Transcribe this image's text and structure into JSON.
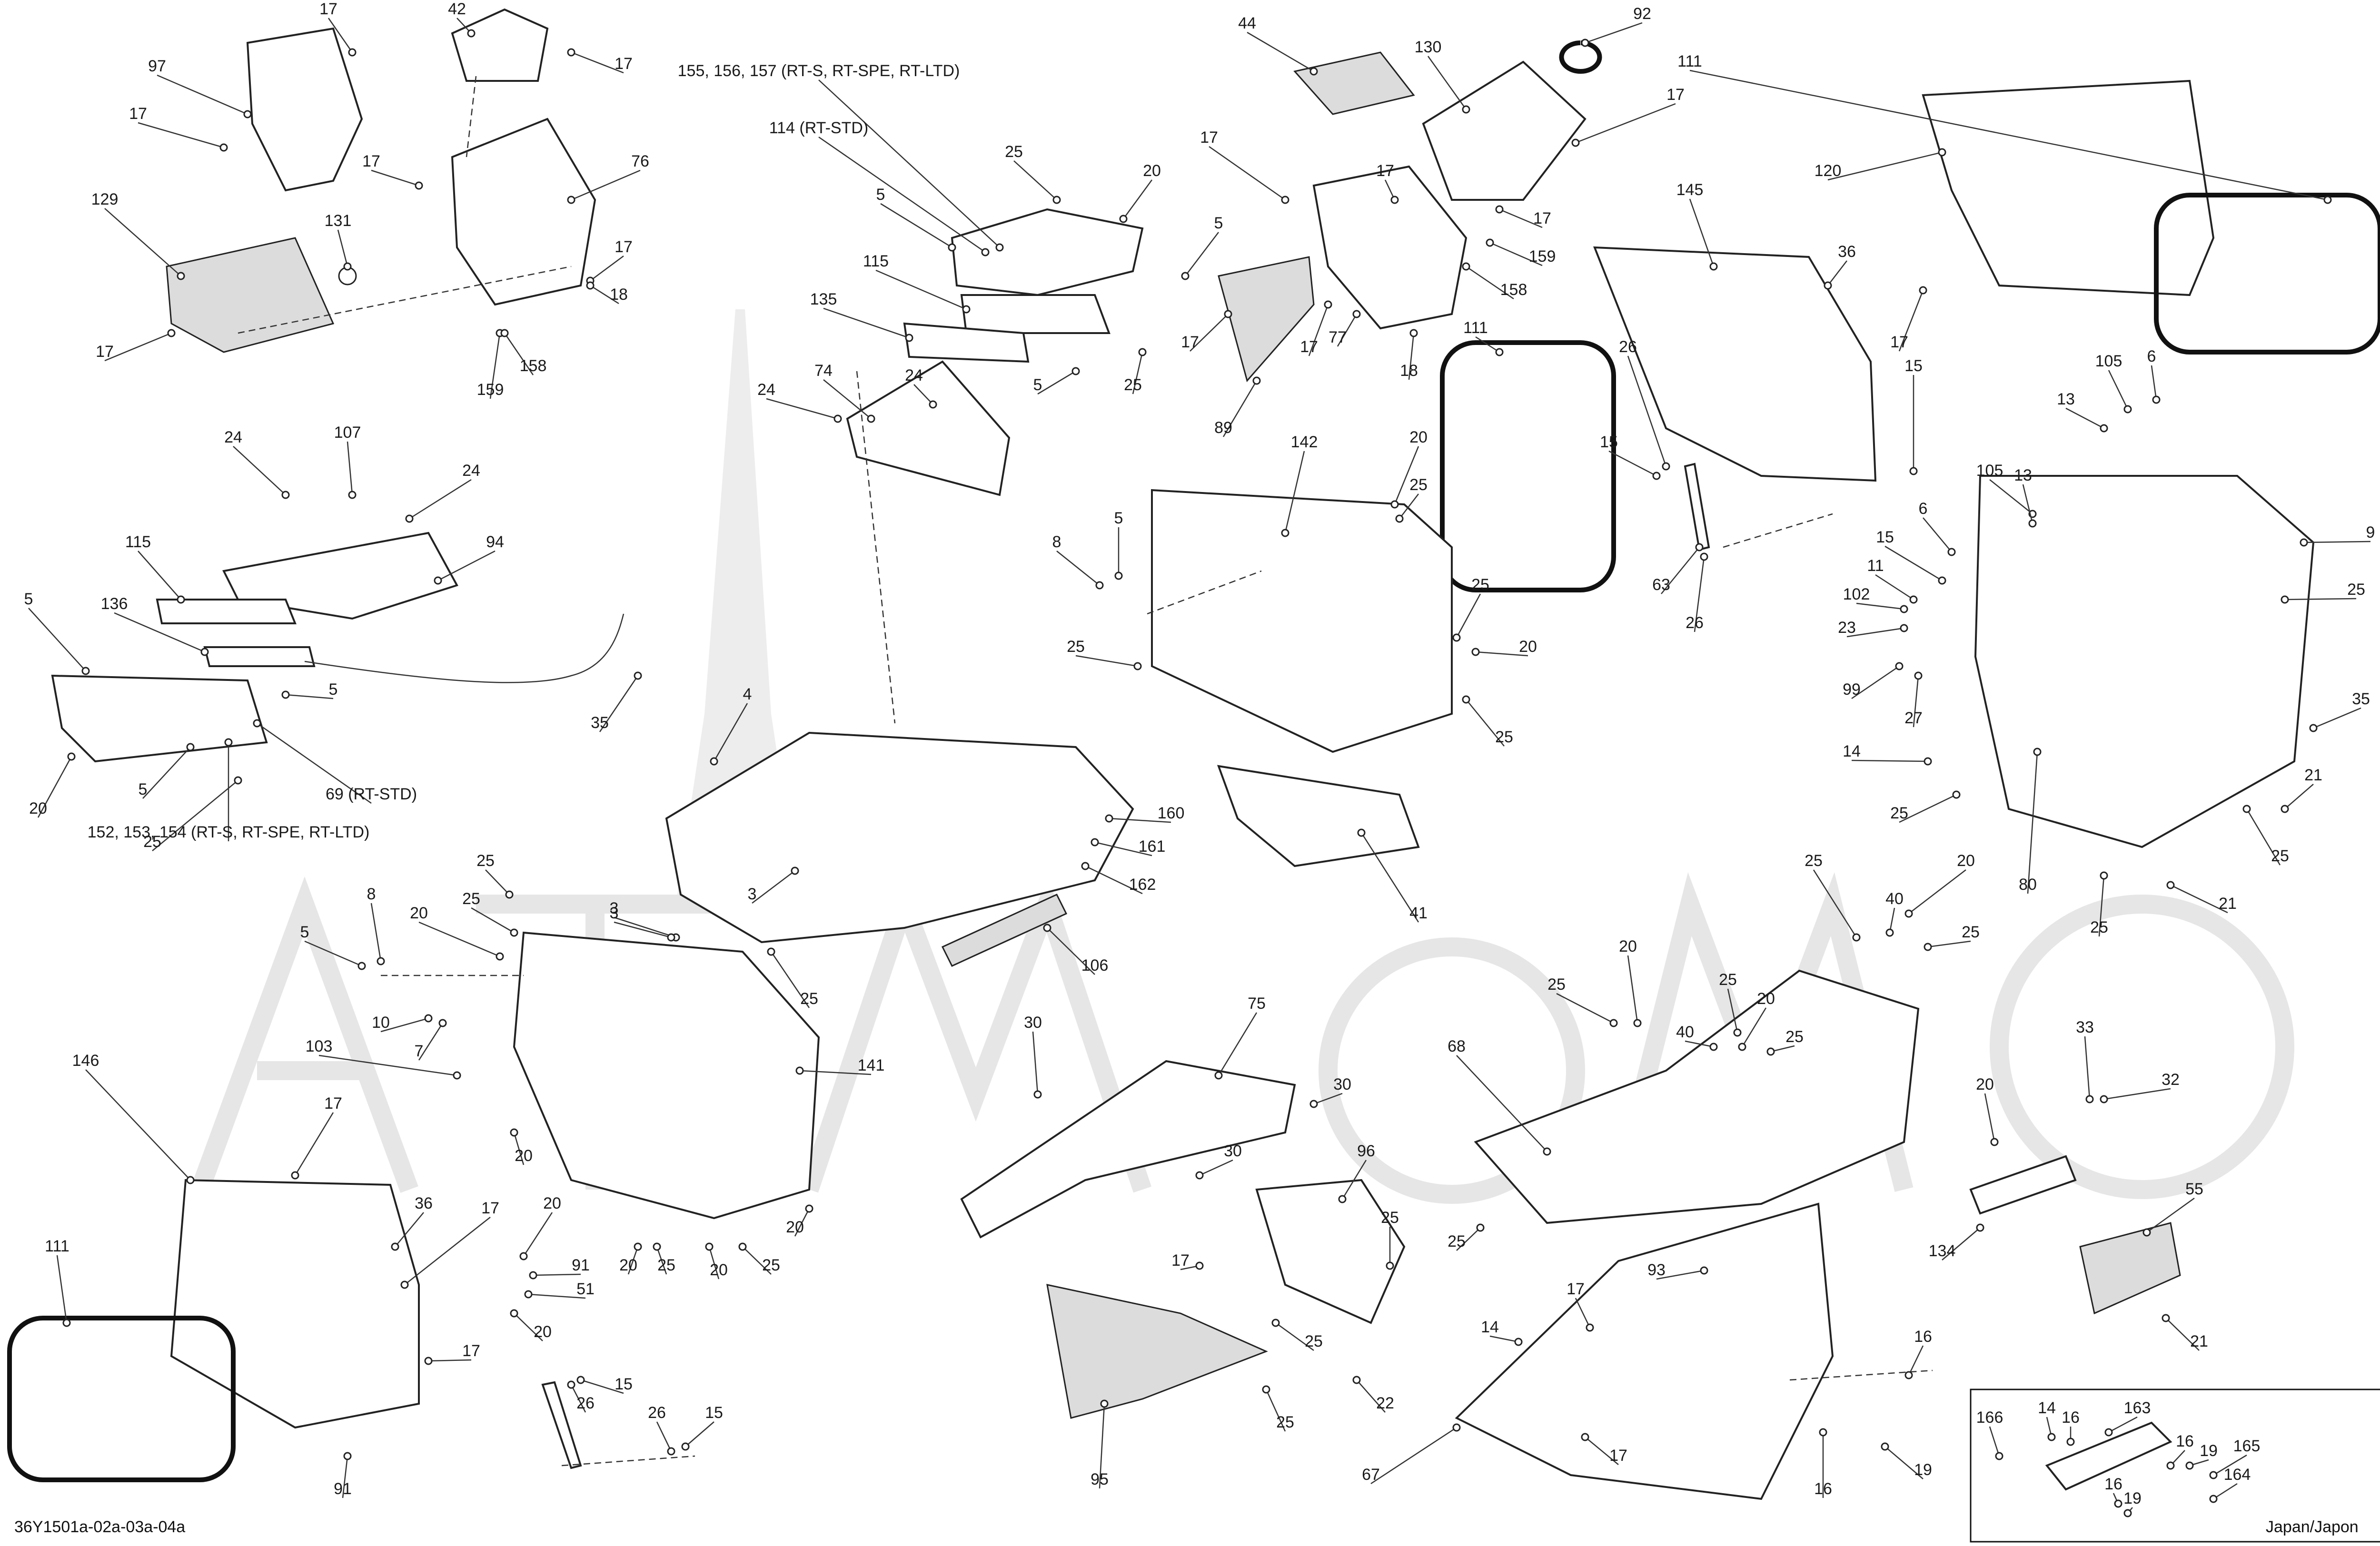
{
  "document": {
    "reference_code": "36Y1501a-02a-03a-04a",
    "region_note": "Japan/Japon"
  },
  "callouts": [
    {
      "id": "c-17-a",
      "text": "17"
    },
    {
      "id": "c-42",
      "text": "42"
    },
    {
      "id": "c-97",
      "text": "97"
    },
    {
      "id": "c-17-b",
      "text": "17"
    },
    {
      "id": "c-17-c",
      "text": "17"
    },
    {
      "id": "c-76",
      "text": "76"
    },
    {
      "id": "c-129",
      "text": "129"
    },
    {
      "id": "c-131",
      "text": "131"
    },
    {
      "id": "c-17-d",
      "text": "17"
    },
    {
      "id": "c-17-e",
      "text": "17"
    },
    {
      "id": "c-159-a",
      "text": "159"
    },
    {
      "id": "c-158-a",
      "text": "158"
    },
    {
      "id": "c-18-a",
      "text": "18"
    },
    {
      "id": "c-17-f",
      "text": "17"
    },
    {
      "id": "c-155",
      "text": "155, 156, 157 (RT-S, RT-SPE, RT-LTD)"
    },
    {
      "id": "c-114",
      "text": "114 (RT-STD)"
    },
    {
      "id": "c-25-a",
      "text": "25"
    },
    {
      "id": "c-20-a",
      "text": "20"
    },
    {
      "id": "c-5-a",
      "text": "5"
    },
    {
      "id": "c-5-b",
      "text": "5"
    },
    {
      "id": "c-115-a",
      "text": "115"
    },
    {
      "id": "c-135",
      "text": "135"
    },
    {
      "id": "c-5-c",
      "text": "5"
    },
    {
      "id": "c-25-b",
      "text": "25"
    },
    {
      "id": "c-74",
      "text": "74"
    },
    {
      "id": "c-24-a",
      "text": "24"
    },
    {
      "id": "c-24-b",
      "text": "24"
    },
    {
      "id": "c-44",
      "text": "44"
    },
    {
      "id": "c-92",
      "text": "92"
    },
    {
      "id": "c-130",
      "text": "130"
    },
    {
      "id": "c-17-g",
      "text": "17"
    },
    {
      "id": "c-17-h",
      "text": "17"
    },
    {
      "id": "c-17-i",
      "text": "17"
    },
    {
      "id": "c-17-j",
      "text": "17"
    },
    {
      "id": "c-159-b",
      "text": "159"
    },
    {
      "id": "c-158-b",
      "text": "158"
    },
    {
      "id": "c-17-k",
      "text": "17"
    },
    {
      "id": "c-77",
      "text": "77"
    },
    {
      "id": "c-18-b",
      "text": "18"
    },
    {
      "id": "c-89",
      "text": "89"
    },
    {
      "id": "c-17-l",
      "text": "17"
    },
    {
      "id": "c-111-a",
      "text": "111"
    },
    {
      "id": "c-120",
      "text": "120"
    },
    {
      "id": "c-111-b",
      "text": "111"
    },
    {
      "id": "c-17-m",
      "text": "17"
    },
    {
      "id": "c-145",
      "text": "145"
    },
    {
      "id": "c-36-a",
      "text": "36"
    },
    {
      "id": "c-26-a",
      "text": "26"
    },
    {
      "id": "c-15-a",
      "text": "15"
    },
    {
      "id": "c-15-b",
      "text": "15"
    },
    {
      "id": "c-63",
      "text": "63"
    },
    {
      "id": "c-26-b",
      "text": "26"
    },
    {
      "id": "c-142",
      "text": "142"
    },
    {
      "id": "c-20-b",
      "text": "20"
    },
    {
      "id": "c-25-c",
      "text": "25"
    },
    {
      "id": "c-8-a",
      "text": "8"
    },
    {
      "id": "c-5-d",
      "text": "5"
    },
    {
      "id": "c-25-d",
      "text": "25"
    },
    {
      "id": "c-25-e",
      "text": "25"
    },
    {
      "id": "c-20-c",
      "text": "20"
    },
    {
      "id": "c-25-f",
      "text": "25"
    },
    {
      "id": "c-24-c",
      "text": "24"
    },
    {
      "id": "c-107",
      "text": "107"
    },
    {
      "id": "c-24-d",
      "text": "24"
    },
    {
      "id": "c-115-b",
      "text": "115"
    },
    {
      "id": "c-94",
      "text": "94"
    },
    {
      "id": "c-5-e",
      "text": "5"
    },
    {
      "id": "c-136",
      "text": "136"
    },
    {
      "id": "c-5-f",
      "text": "5"
    },
    {
      "id": "c-35-a",
      "text": "35"
    },
    {
      "id": "c-20-d",
      "text": "20"
    },
    {
      "id": "c-5-g",
      "text": "5"
    },
    {
      "id": "c-25-g",
      "text": "25"
    },
    {
      "id": "c-69",
      "text": "69 (RT-STD)"
    },
    {
      "id": "c-152",
      "text": "152, 153, 154 (RT-S, RT-SPE, RT-LTD)"
    },
    {
      "id": "c-4",
      "text": "4"
    },
    {
      "id": "c-160",
      "text": "160"
    },
    {
      "id": "c-161",
      "text": "161"
    },
    {
      "id": "c-162",
      "text": "162"
    },
    {
      "id": "c-3-a",
      "text": "3"
    },
    {
      "id": "c-3-b",
      "text": "3"
    },
    {
      "id": "c-41",
      "text": "41"
    },
    {
      "id": "c-106",
      "text": "106"
    },
    {
      "id": "c-105-a",
      "text": "105"
    },
    {
      "id": "c-6-a",
      "text": "6"
    },
    {
      "id": "c-13-a",
      "text": "13"
    },
    {
      "id": "c-105-b",
      "text": "105"
    },
    {
      "id": "c-13-b",
      "text": "13"
    },
    {
      "id": "c-6-b",
      "text": "6"
    },
    {
      "id": "c-9",
      "text": "9"
    },
    {
      "id": "c-15-c",
      "text": "15"
    },
    {
      "id": "c-11",
      "text": "11"
    },
    {
      "id": "c-102",
      "text": "102"
    },
    {
      "id": "c-25-h",
      "text": "25"
    },
    {
      "id": "c-23",
      "text": "23"
    },
    {
      "id": "c-99",
      "text": "99"
    },
    {
      "id": "c-27",
      "text": "27"
    },
    {
      "id": "c-35-b",
      "text": "35"
    },
    {
      "id": "c-14-a",
      "text": "14"
    },
    {
      "id": "c-25-i",
      "text": "25"
    },
    {
      "id": "c-80",
      "text": "80"
    },
    {
      "id": "c-21-a",
      "text": "21"
    },
    {
      "id": "c-25-j",
      "text": "25"
    },
    {
      "id": "c-21-b",
      "text": "21"
    },
    {
      "id": "c-25-k",
      "text": "25"
    },
    {
      "id": "c-8-b",
      "text": "8"
    },
    {
      "id": "c-5-h",
      "text": "5"
    },
    {
      "id": "c-25-l",
      "text": "25"
    },
    {
      "id": "c-20-e",
      "text": "20"
    },
    {
      "id": "c-25-m",
      "text": "25"
    },
    {
      "id": "c-3-c",
      "text": "3"
    },
    {
      "id": "c-25-n",
      "text": "25"
    },
    {
      "id": "c-10",
      "text": "10"
    },
    {
      "id": "c-7",
      "text": "7"
    },
    {
      "id": "c-103",
      "text": "103"
    },
    {
      "id": "c-141",
      "text": "141"
    },
    {
      "id": "c-146",
      "text": "146"
    },
    {
      "id": "c-17-n",
      "text": "17"
    },
    {
      "id": "c-20-f",
      "text": "20"
    },
    {
      "id": "c-36-b",
      "text": "36"
    },
    {
      "id": "c-17-o",
      "text": "17"
    },
    {
      "id": "c-20-g",
      "text": "20"
    },
    {
      "id": "c-91-a",
      "text": "91"
    },
    {
      "id": "c-51",
      "text": "51"
    },
    {
      "id": "c-20-h",
      "text": "20"
    },
    {
      "id": "c-17-p",
      "text": "17"
    },
    {
      "id": "c-111-c",
      "text": "111"
    },
    {
      "id": "c-26-c",
      "text": "26"
    },
    {
      "id": "c-15-d",
      "text": "15"
    },
    {
      "id": "c-26-d",
      "text": "26"
    },
    {
      "id": "c-15-e",
      "text": "15"
    },
    {
      "id": "c-91-b",
      "text": "91"
    },
    {
      "id": "c-20-i",
      "text": "20"
    },
    {
      "id": "c-25-o",
      "text": "25"
    },
    {
      "id": "c-20-j",
      "text": "20"
    },
    {
      "id": "c-25-p",
      "text": "25"
    },
    {
      "id": "c-20-k",
      "text": "20"
    },
    {
      "id": "c-30-a",
      "text": "30"
    },
    {
      "id": "c-75",
      "text": "75"
    },
    {
      "id": "c-30-b",
      "text": "30"
    },
    {
      "id": "c-30-c",
      "text": "30"
    },
    {
      "id": "c-96",
      "text": "96"
    },
    {
      "id": "c-17-q",
      "text": "17"
    },
    {
      "id": "c-25-q",
      "text": "25"
    },
    {
      "id": "c-25-r",
      "text": "25"
    },
    {
      "id": "c-22",
      "text": "22"
    },
    {
      "id": "c-25-s",
      "text": "25"
    },
    {
      "id": "c-95",
      "text": "95"
    },
    {
      "id": "c-25-t",
      "text": "25"
    },
    {
      "id": "c-20-l",
      "text": "20"
    },
    {
      "id": "c-40-a",
      "text": "40"
    },
    {
      "id": "c-25-u",
      "text": "25"
    },
    {
      "id": "c-20-m",
      "text": "20"
    },
    {
      "id": "c-25-v",
      "text": "25"
    },
    {
      "id": "c-25-w",
      "text": "25"
    },
    {
      "id": "c-40-b",
      "text": "40"
    },
    {
      "id": "c-20-n",
      "text": "20"
    },
    {
      "id": "c-25-x",
      "text": "25"
    },
    {
      "id": "c-68",
      "text": "68"
    },
    {
      "id": "c-25-y",
      "text": "25"
    },
    {
      "id": "c-93",
      "text": "93"
    },
    {
      "id": "c-17-r",
      "text": "17"
    },
    {
      "id": "c-14-b",
      "text": "14"
    },
    {
      "id": "c-67",
      "text": "67"
    },
    {
      "id": "c-17-s",
      "text": "17"
    },
    {
      "id": "c-16-a",
      "text": "16"
    },
    {
      "id": "c-16-b",
      "text": "16"
    },
    {
      "id": "c-19-a",
      "text": "19"
    },
    {
      "id": "c-33",
      "text": "33"
    },
    {
      "id": "c-32",
      "text": "32"
    },
    {
      "id": "c-20-o",
      "text": "20"
    },
    {
      "id": "c-134",
      "text": "134"
    },
    {
      "id": "c-55",
      "text": "55"
    },
    {
      "id": "c-21-c",
      "text": "21"
    },
    {
      "id": "c-166",
      "text": "166"
    },
    {
      "id": "c-14-c",
      "text": "14"
    },
    {
      "id": "c-16-c",
      "text": "16"
    },
    {
      "id": "c-163",
      "text": "163"
    },
    {
      "id": "c-16-d",
      "text": "16"
    },
    {
      "id": "c-19-b",
      "text": "19"
    },
    {
      "id": "c-165",
      "text": "165"
    },
    {
      "id": "c-164",
      "text": "164"
    },
    {
      "id": "c-16-e",
      "text": "16"
    },
    {
      "id": "c-19-c",
      "text": "19"
    }
  ]
}
